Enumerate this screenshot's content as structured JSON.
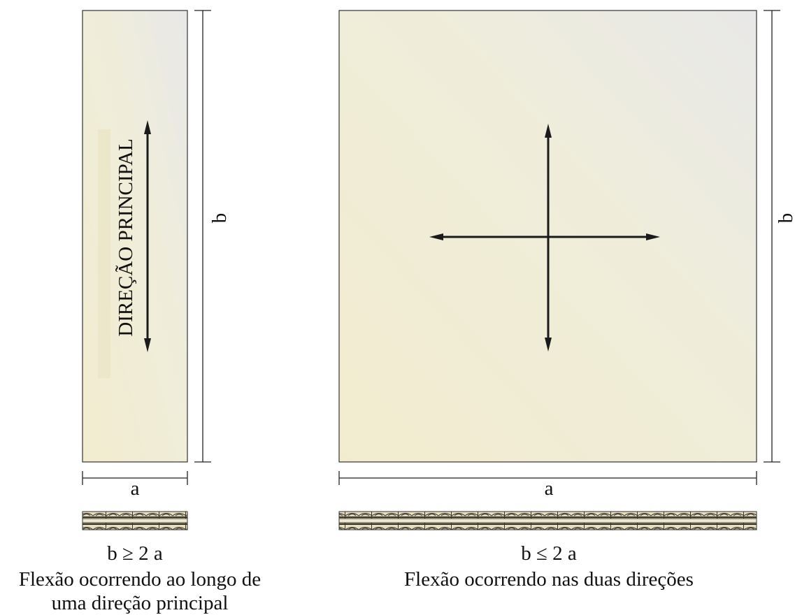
{
  "left": {
    "direction_label": "DIREÇÃO PRINCIPAL",
    "dim_width": "a",
    "dim_height": "b",
    "condition": "b ≥ 2 a",
    "caption_line1": "Flexão ocorrendo ao longo de",
    "caption_line2": "uma direção principal"
  },
  "right": {
    "dim_width": "a",
    "dim_height": "b",
    "condition": "b ≤ 2 a",
    "caption_line1": "Flexão ocorrendo nas duas direções"
  },
  "colors": {
    "panel_fill_start": "#f3efd4",
    "panel_fill_end": "#e9e9e6",
    "stroke": "#222222",
    "wood_light": "#ece7c8",
    "wood_dark": "#5b5145"
  }
}
